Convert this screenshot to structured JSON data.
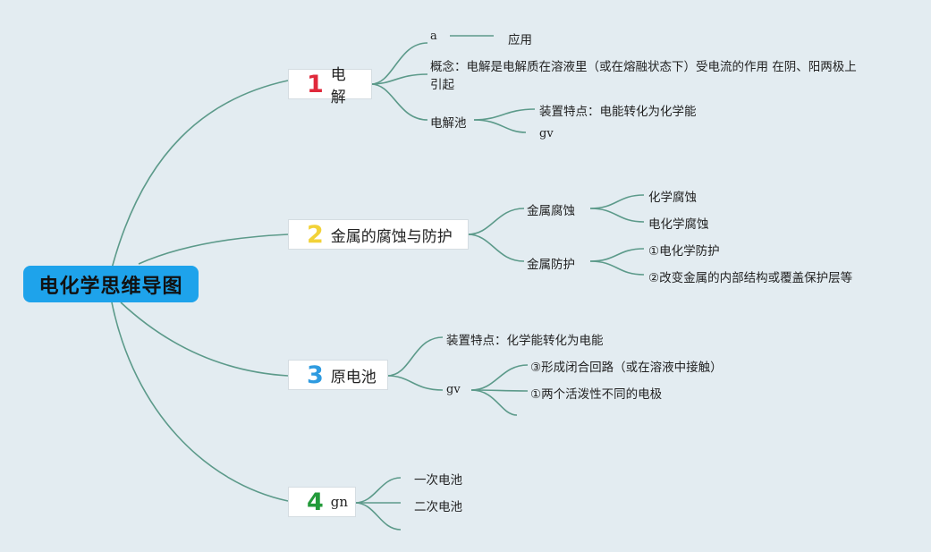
{
  "root": {
    "title": "电化学思维导图"
  },
  "branches": [
    {
      "number": "1",
      "number_color": "#e0293b",
      "label": "电解",
      "children": {
        "a": "a",
        "app": "应用",
        "concept_line1": "概念：电解是电解质在溶液里（或在熔融状态下）受电流的作用 在阴、阳两极上",
        "concept_line2": "引起",
        "cell": "电解池",
        "cell_feature": "装置特点：电能转化为化学能",
        "cell_gv": "gv"
      }
    },
    {
      "number": "2",
      "number_color": "#f2d238",
      "label": "金属的腐蚀与防护",
      "children": {
        "corrosion": "金属腐蚀",
        "chem_corrosion": "化学腐蚀",
        "electrochem_corrosion": "电化学腐蚀",
        "protection": "金属防护",
        "prot1": "①电化学防护",
        "prot2": "②改变金属的内部结构或覆盖保护层等"
      }
    },
    {
      "number": "3",
      "number_color": "#2e9be0",
      "label": "原电池",
      "children": {
        "feature": "装置特点：化学能转化为电能",
        "gv": "gv",
        "cond3": "③形成闭合回路（或在溶液中接触）",
        "cond1": "①两个活泼性不同的电极"
      }
    },
    {
      "number": "4",
      "number_color": "#239a3a",
      "label": "gn",
      "children": {
        "primary": "一次电池",
        "secondary": "二次电池"
      }
    }
  ]
}
